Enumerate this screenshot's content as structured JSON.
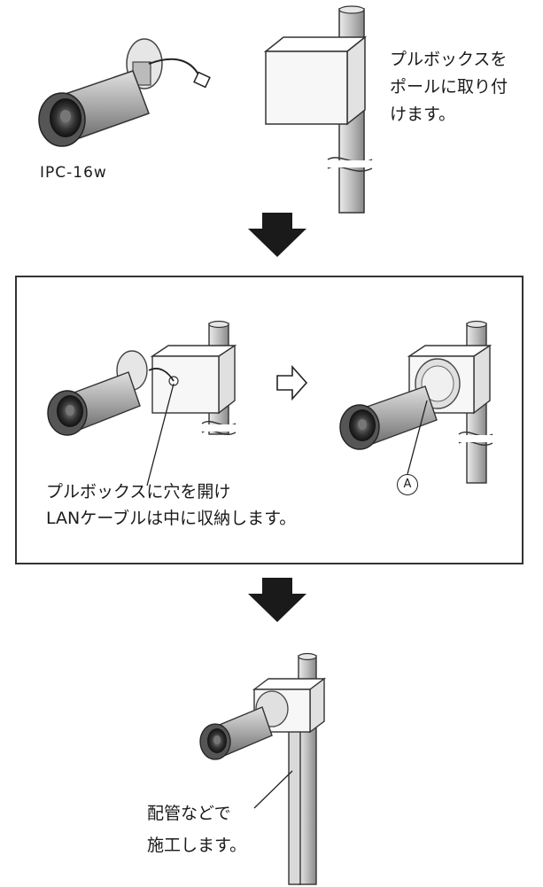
{
  "step1": {
    "model_label": "IPC-16w",
    "instruction_lines": [
      "プルボックスを",
      "ポールに取り付",
      "けます。"
    ]
  },
  "step2": {
    "instruction_lines": [
      "プルボックスに穴を開け",
      "LANケーブルは中に収納します。"
    ],
    "marker_label": "A"
  },
  "step3": {
    "instruction_lines": [
      "配管などで",
      "施工します。"
    ]
  },
  "icons": [
    "down-arrow-icon",
    "right-outline-arrow-icon"
  ],
  "colors": {
    "line": "#222222",
    "camera_dark": "#444444",
    "camera_body": "#bfbfbf",
    "pole": "#cfcfcf",
    "box": "#f4f4f4"
  }
}
